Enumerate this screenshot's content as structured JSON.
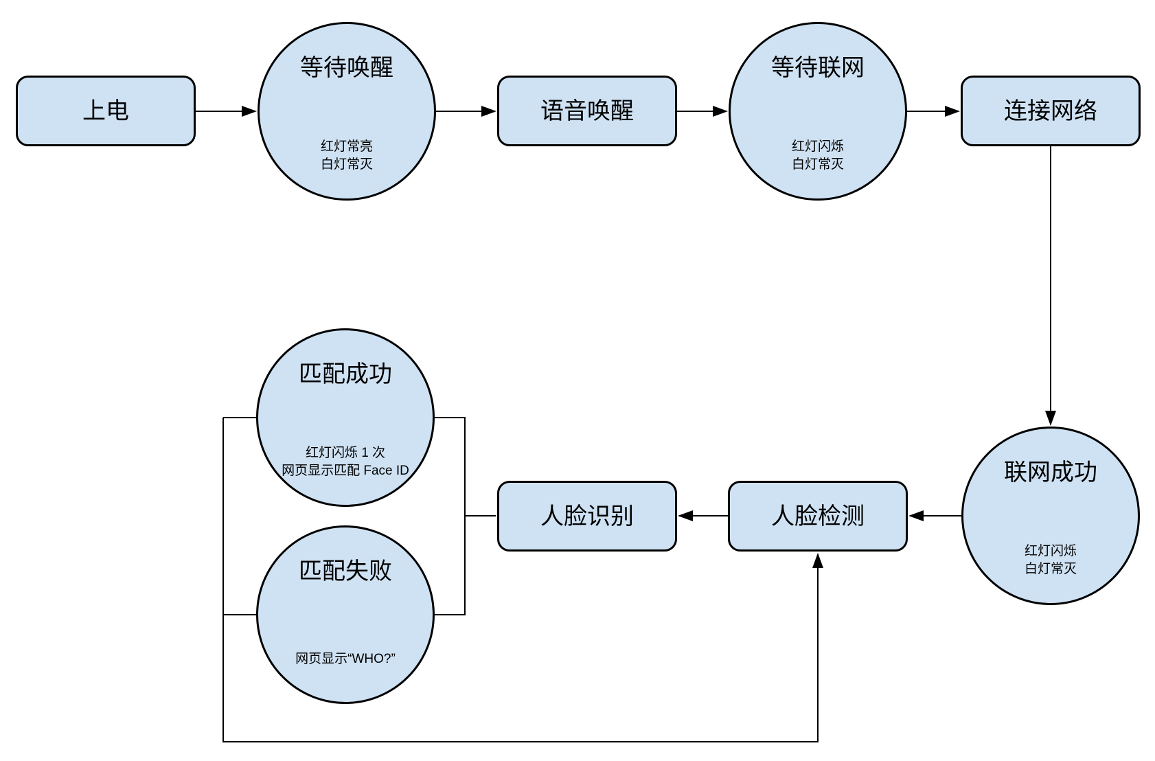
{
  "diagram": {
    "type": "flowchart",
    "colors": {
      "node_fill": "#cfe2f3",
      "node_stroke": "#000000",
      "connector": "#000000",
      "background": "#ffffff",
      "text": "#000000"
    },
    "nodes": {
      "power_on": {
        "shape": "rounded-rect",
        "label": "上电"
      },
      "wait_wake": {
        "shape": "circle",
        "label": "等待唤醒",
        "note_line1": "红灯常亮",
        "note_line2": "白灯常灭"
      },
      "voice_wake": {
        "shape": "rounded-rect",
        "label": "语音唤醒"
      },
      "wait_network": {
        "shape": "circle",
        "label": "等待联网",
        "note_line1": "红灯闪烁",
        "note_line2": "白灯常灭"
      },
      "connect_network": {
        "shape": "rounded-rect",
        "label": "连接网络"
      },
      "network_success": {
        "shape": "circle",
        "label": "联网成功",
        "note_line1": "红灯闪烁",
        "note_line2": "白灯常灭"
      },
      "face_detect": {
        "shape": "rounded-rect",
        "label": "人脸检测"
      },
      "face_recognize": {
        "shape": "rounded-rect",
        "label": "人脸识别"
      },
      "match_success": {
        "shape": "circle",
        "label": "匹配成功",
        "note_line1": "红灯闪烁 1 次",
        "note_line2": "网页显示匹配 Face ID"
      },
      "match_fail": {
        "shape": "circle",
        "label": "匹配失败",
        "note_line1": "网页显示“WHO?”"
      }
    },
    "edges": [
      "上电 → 等待唤醒",
      "等待唤醒 → 语音唤醒",
      "语音唤醒 → 等待联网",
      "等待联网 → 连接网络",
      "连接网络 → 联网成功",
      "联网成功 → 人脸检测",
      "人脸检测 → 人脸识别",
      "人脸识别 → 匹配成功 / 匹配失败",
      "匹配成功 / 匹配失败 → 人脸检测 (循环)"
    ]
  }
}
